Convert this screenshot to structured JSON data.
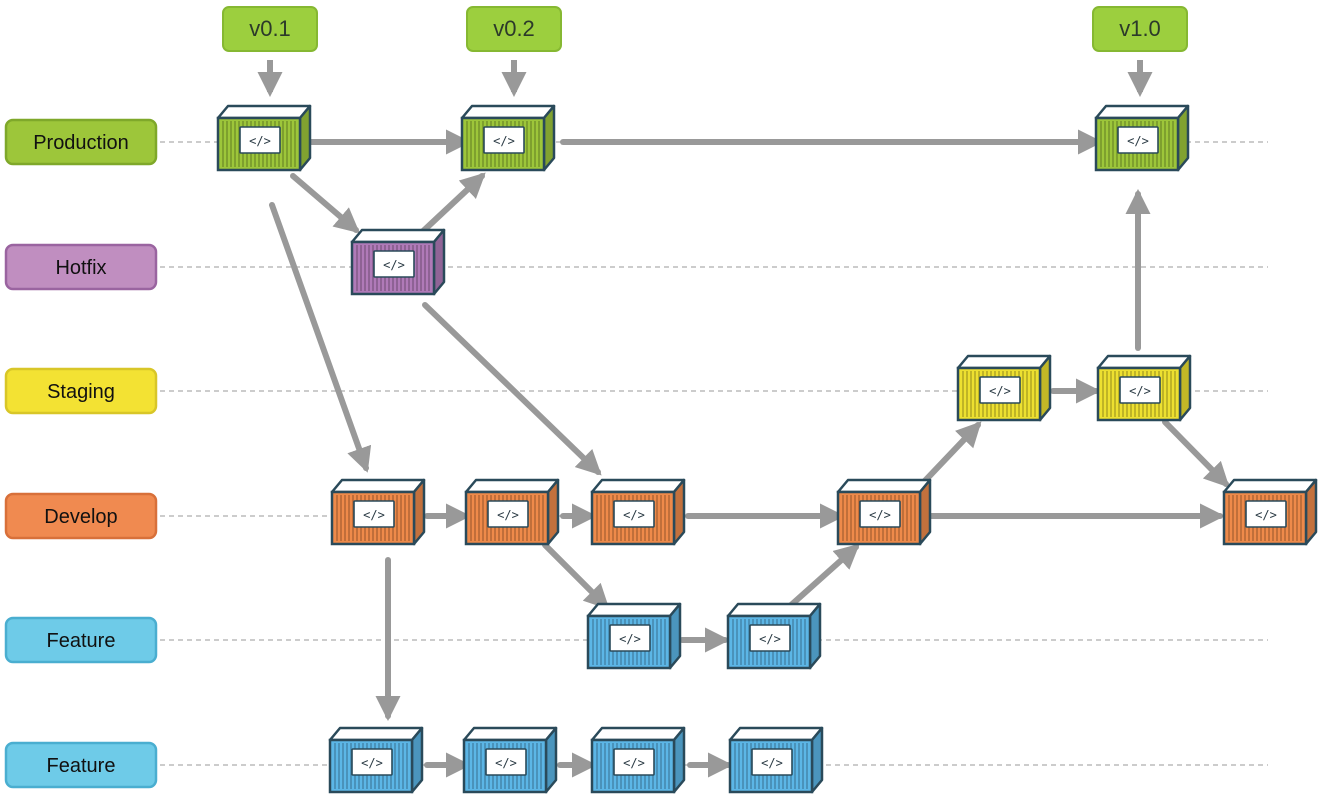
{
  "lanes": [
    {
      "id": "production",
      "label": "Production",
      "fill": "#9dc63a",
      "stroke": "#7fa82a"
    },
    {
      "id": "hotfix",
      "label": "Hotfix",
      "fill": "#c08ec0",
      "stroke": "#9a64a0"
    },
    {
      "id": "staging",
      "label": "Staging",
      "fill": "#f3e233",
      "stroke": "#d8c628"
    },
    {
      "id": "develop",
      "label": "Develop",
      "fill": "#f08a50",
      "stroke": "#d8703a"
    },
    {
      "id": "feature1",
      "label": "Feature",
      "fill": "#6ecbe8",
      "stroke": "#4aaed0"
    },
    {
      "id": "feature2",
      "label": "Feature",
      "fill": "#6ecbe8",
      "stroke": "#4aaed0"
    }
  ],
  "version_tags": [
    "v0.1",
    "v0.2",
    "v1.0"
  ],
  "version_tag_color": "#9ccf3e",
  "node_glyph": "</>",
  "node_colors": {
    "production": "#9dc63a",
    "hotfix": "#b07ab8",
    "staging": "#ede030",
    "develop": "#ee8a4a",
    "feature": "#5cb6e6"
  },
  "arrow_color": "#999999",
  "outline_color": "#2a4a5a",
  "gridline_color": "#bbbbbb"
}
